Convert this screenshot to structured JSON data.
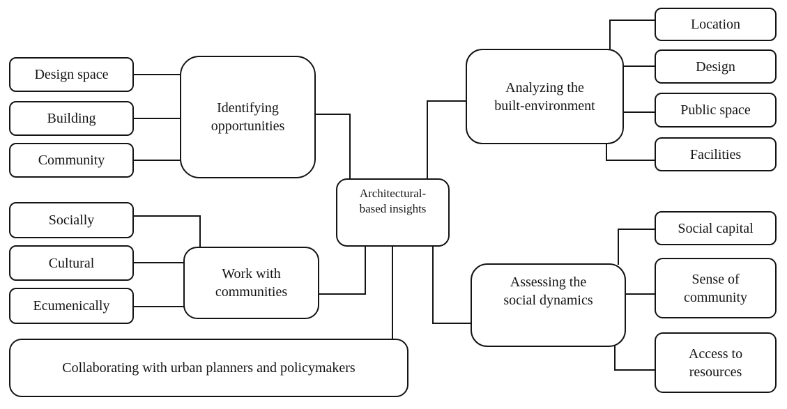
{
  "diagram": {
    "center": {
      "label": "Architectural-based insights"
    },
    "branches": {
      "identifying_opportunities": {
        "label": "Identifying opportunities",
        "inputs": [
          "Design space",
          "Building",
          "Community"
        ]
      },
      "work_with_communities": {
        "label": "Work with communities",
        "inputs": [
          "Socially",
          "Cultural",
          "Ecumenically"
        ]
      },
      "collaborating": {
        "label": "Collaborating with urban planners and policymakers"
      },
      "analyzing_built_environment": {
        "label": "Analyzing the built-environment",
        "outputs": [
          "Location",
          "Design",
          "Public space",
          "Facilities"
        ]
      },
      "assessing_social_dynamics": {
        "label": "Assessing the social dynamics",
        "outputs": [
          "Social capital",
          "Sense of community",
          "Access to resources"
        ]
      }
    },
    "colors": {
      "line": "#141414",
      "box_fill": "#ffffff",
      "text": "#141414",
      "background": "#ffffff"
    }
  }
}
